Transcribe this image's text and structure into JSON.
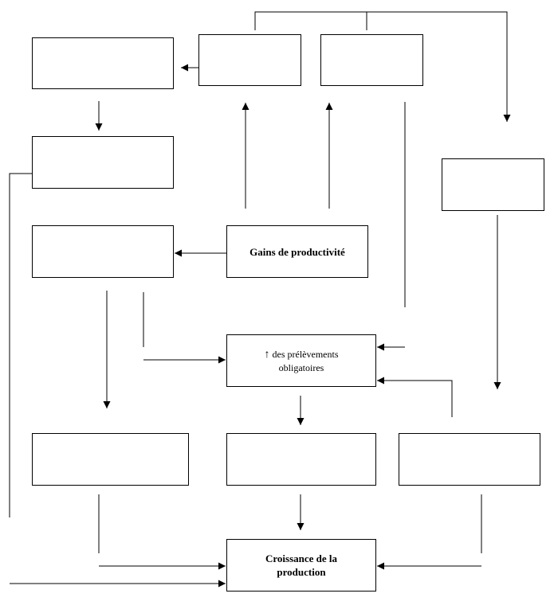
{
  "diagram": {
    "nodes": {
      "gains": {
        "label": "Gains de productivité"
      },
      "prelevements": {
        "arrow_glyph": "↑",
        "label_line1": "des prélèvements",
        "label_line2": "obligatoires"
      },
      "croissance": {
        "label_line1": "Croissance de la",
        "label_line2": "production"
      }
    }
  }
}
